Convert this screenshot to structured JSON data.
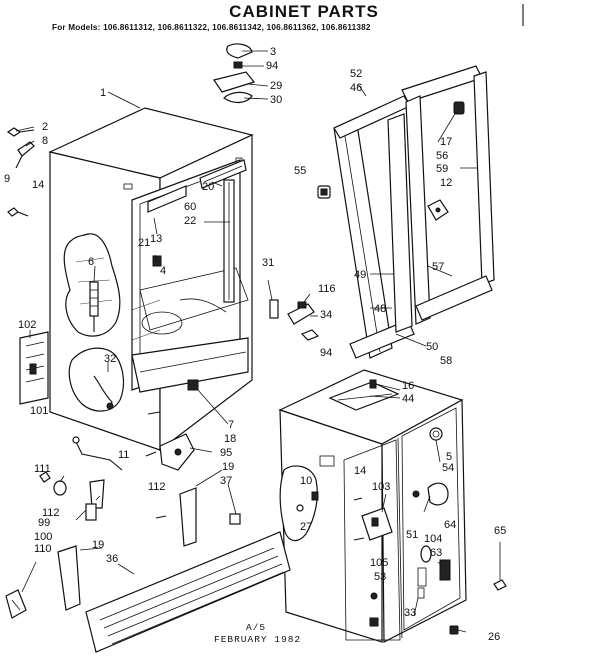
{
  "title": "CABINET PARTS",
  "models": "For Models: 106.8611312, 106.8611322, 106.8611342, 106.8611362, 106.8611382",
  "footer": {
    "code": "A/5",
    "date": "FEBRUARY 1982"
  },
  "callouts": [
    "1",
    "2",
    "8",
    "9",
    "14",
    "3",
    "94",
    "29",
    "30",
    "52",
    "46",
    "17",
    "56",
    "59",
    "12",
    "55",
    "20",
    "60",
    "22",
    "13",
    "21",
    "4",
    "31",
    "116",
    "34",
    "94",
    "49",
    "57",
    "48",
    "50",
    "58",
    "102",
    "6",
    "32",
    "101",
    "7",
    "18",
    "95",
    "19",
    "37",
    "11",
    "112",
    "111",
    "112",
    "99",
    "100",
    "110",
    "19",
    "36",
    "16",
    "44",
    "5",
    "54",
    "14",
    "103",
    "10",
    "27",
    "104",
    "51",
    "64",
    "63",
    "105",
    "53",
    "65",
    "33",
    "26"
  ]
}
